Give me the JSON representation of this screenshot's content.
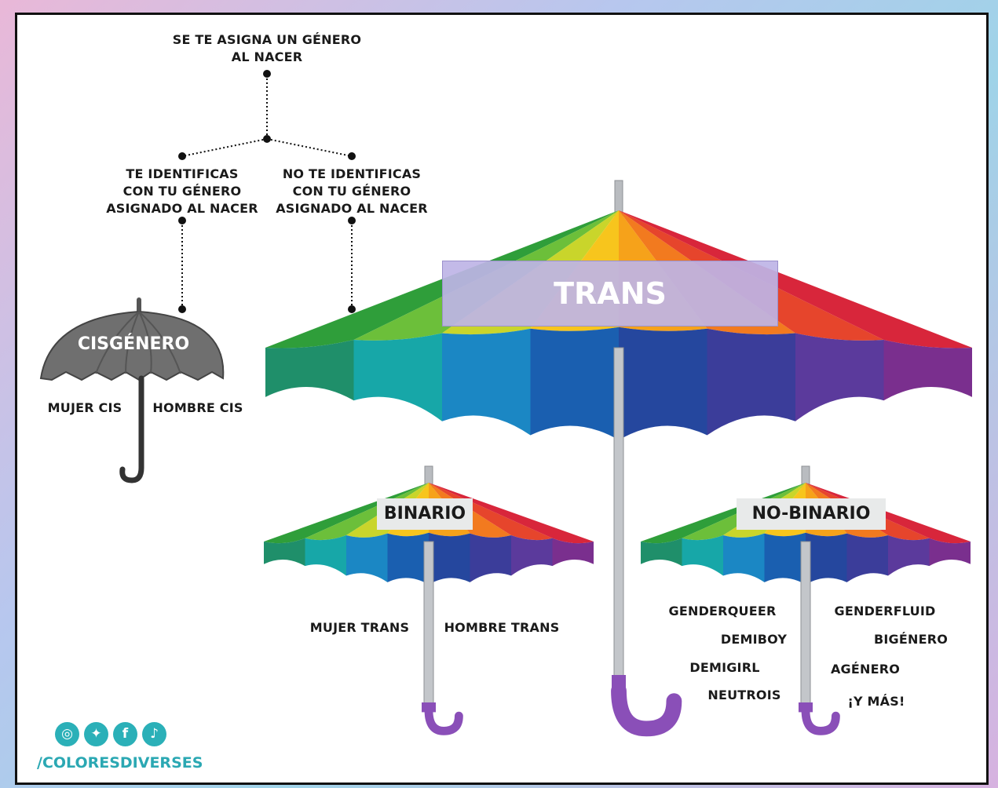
{
  "top_label": [
    "SE TE ASIGNA UN GÉNERO",
    "AL NACER"
  ],
  "left_branch": [
    "TE IDENTIFICAS",
    "CON TU GÉNERO",
    "ASIGNADO AL NACER"
  ],
  "right_branch": [
    "NO TE IDENTIFICAS",
    "CON TU GÉNERO",
    "ASIGNADO AL NACER"
  ],
  "cis": {
    "title": "CISGÉNERO",
    "left": "MUJER CIS",
    "right": "HOMBRE CIS",
    "color": "#707070"
  },
  "trans": {
    "title": "TRANS"
  },
  "binario": {
    "title": "BINARIO",
    "left": "MUJER TRANS",
    "right": "HOMBRE TRANS"
  },
  "no_binario": {
    "title": "NO-BINARIO",
    "left": [
      "GENDERQUEER",
      "DEMIBOY",
      "DEMIGIRL",
      "NEUTROIS"
    ],
    "right": [
      "GENDERFLUID",
      "BIGÉNERO",
      "AGÉNERO",
      "¡Y MÁS!"
    ]
  },
  "social": {
    "icons": [
      "instagram-icon",
      "twitter-icon",
      "facebook-icon",
      "tiktok-icon"
    ],
    "handle": "/COLORESDIVERSES",
    "color": "#2ba8b3"
  },
  "colors": {
    "rainbow_top": [
      "#2f9e3a",
      "#6cbf3a",
      "#c9d52b",
      "#f7c51d",
      "#f6a21a",
      "#f27a1f",
      "#e6452c",
      "#d8263b"
    ],
    "rainbow_under": [
      "#1f8f6a",
      "#17a7a8",
      "#1b87c4",
      "#1a5fb0",
      "#25479e",
      "#3b3d9a",
      "#5b3a9c",
      "#7a2f8e"
    ],
    "handle": "#8a4fb8"
  }
}
